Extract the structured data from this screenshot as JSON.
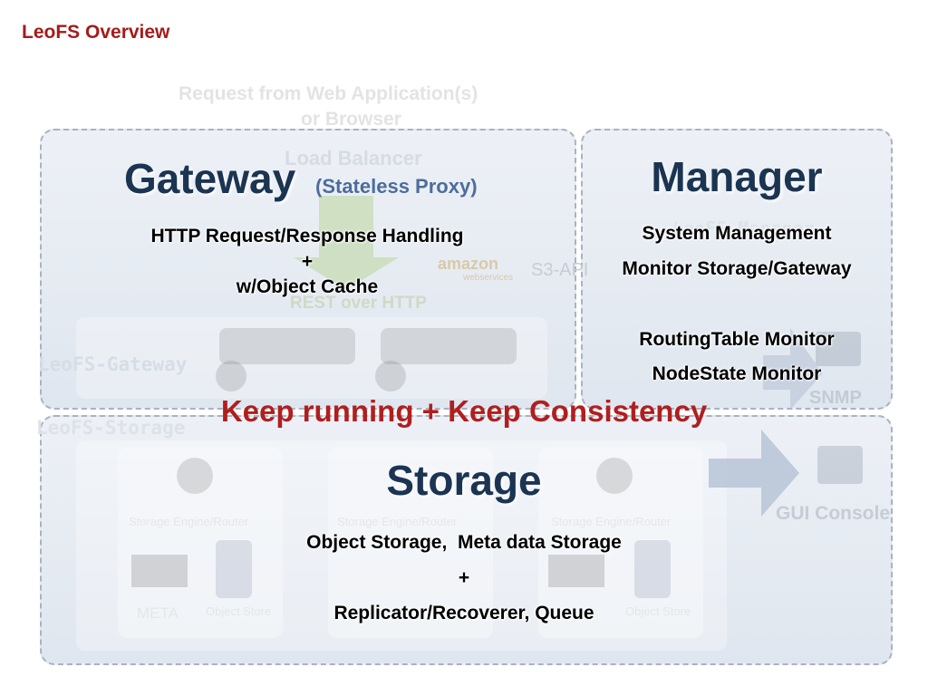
{
  "slide": {
    "title": "LeoFS Overview"
  },
  "background": {
    "request_line1": "Request from Web Application(s)",
    "request_line2": "or Browser",
    "load_balancer": "Load Balancer",
    "rest_over_http": "REST over HTTP",
    "amazon_logo_text": "amazon",
    "amazon_logo_sub": "webservices",
    "s3_api": "S3-API",
    "leofs_gateway": "LeoFS-Gateway",
    "leofs_storage": "LeoFS-Storage",
    "leofs_manager": "LeoFS-Manager",
    "snmp": "SNMP",
    "gui_console": "GUI Console",
    "storage_engines": [
      "Storage Engine/Router",
      "Storage Engine/Router",
      "Storage Engine/Router"
    ],
    "meta_label": "META",
    "object_store_label": "Object Store"
  },
  "gateway": {
    "title": "Gateway",
    "subtitle": "(Stateless Proxy)",
    "lines": [
      "HTTP Request/Response Handling",
      "+",
      "w/Object Cache"
    ]
  },
  "manager": {
    "title": "Manager",
    "lines": [
      "System Management",
      "Monitor Storage/Gateway",
      "RoutingTable Monitor",
      "NodeState Monitor"
    ]
  },
  "banner": "Keep running + Keep Consistency",
  "storage": {
    "title": "Storage",
    "lines": [
      "Object Storage,  Meta data Storage",
      "+",
      "Replicator/Recoverer, Queue"
    ]
  },
  "colors": {
    "title_red": "#a51b1b",
    "banner_red": "#b01f1f",
    "header_navy": "#1b3452",
    "subtitle_blue": "#4c6d9c",
    "panel_border": "#a9b3c1"
  }
}
